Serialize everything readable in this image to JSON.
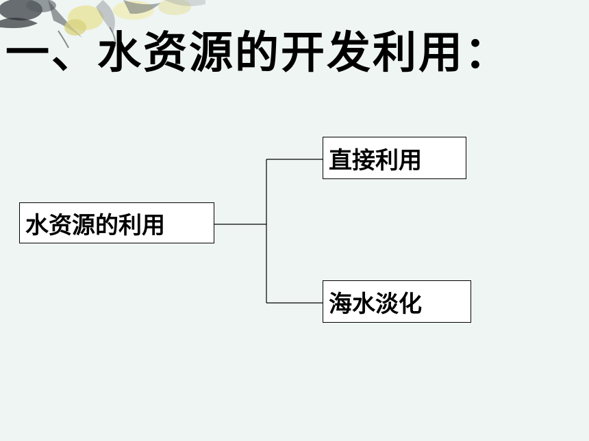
{
  "slide": {
    "title": "一、水资源的开发利用："
  },
  "diagram": {
    "root": "水资源的利用",
    "children": [
      "直接利用",
      "海水淡化"
    ]
  },
  "colors": {
    "background": "#eef5f2",
    "text": "#000000",
    "line": "#000000",
    "box_fill": "#ffffff"
  },
  "icons": {
    "corner_decoration": "ink-flower-painting-icon"
  }
}
